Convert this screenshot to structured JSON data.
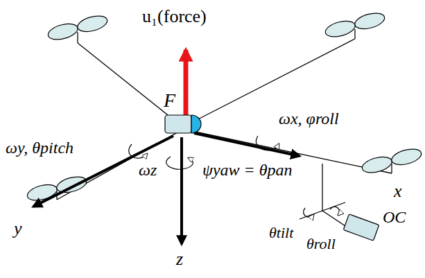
{
  "diagram": {
    "labels": [
      "u₁(force)",
      "F",
      "ωy, θpitch",
      "ωx, φroll",
      "ωz",
      "ψyaw = θpan",
      "x",
      "y",
      "z",
      "θtilt",
      "θroll",
      "OC"
    ]
  }
}
